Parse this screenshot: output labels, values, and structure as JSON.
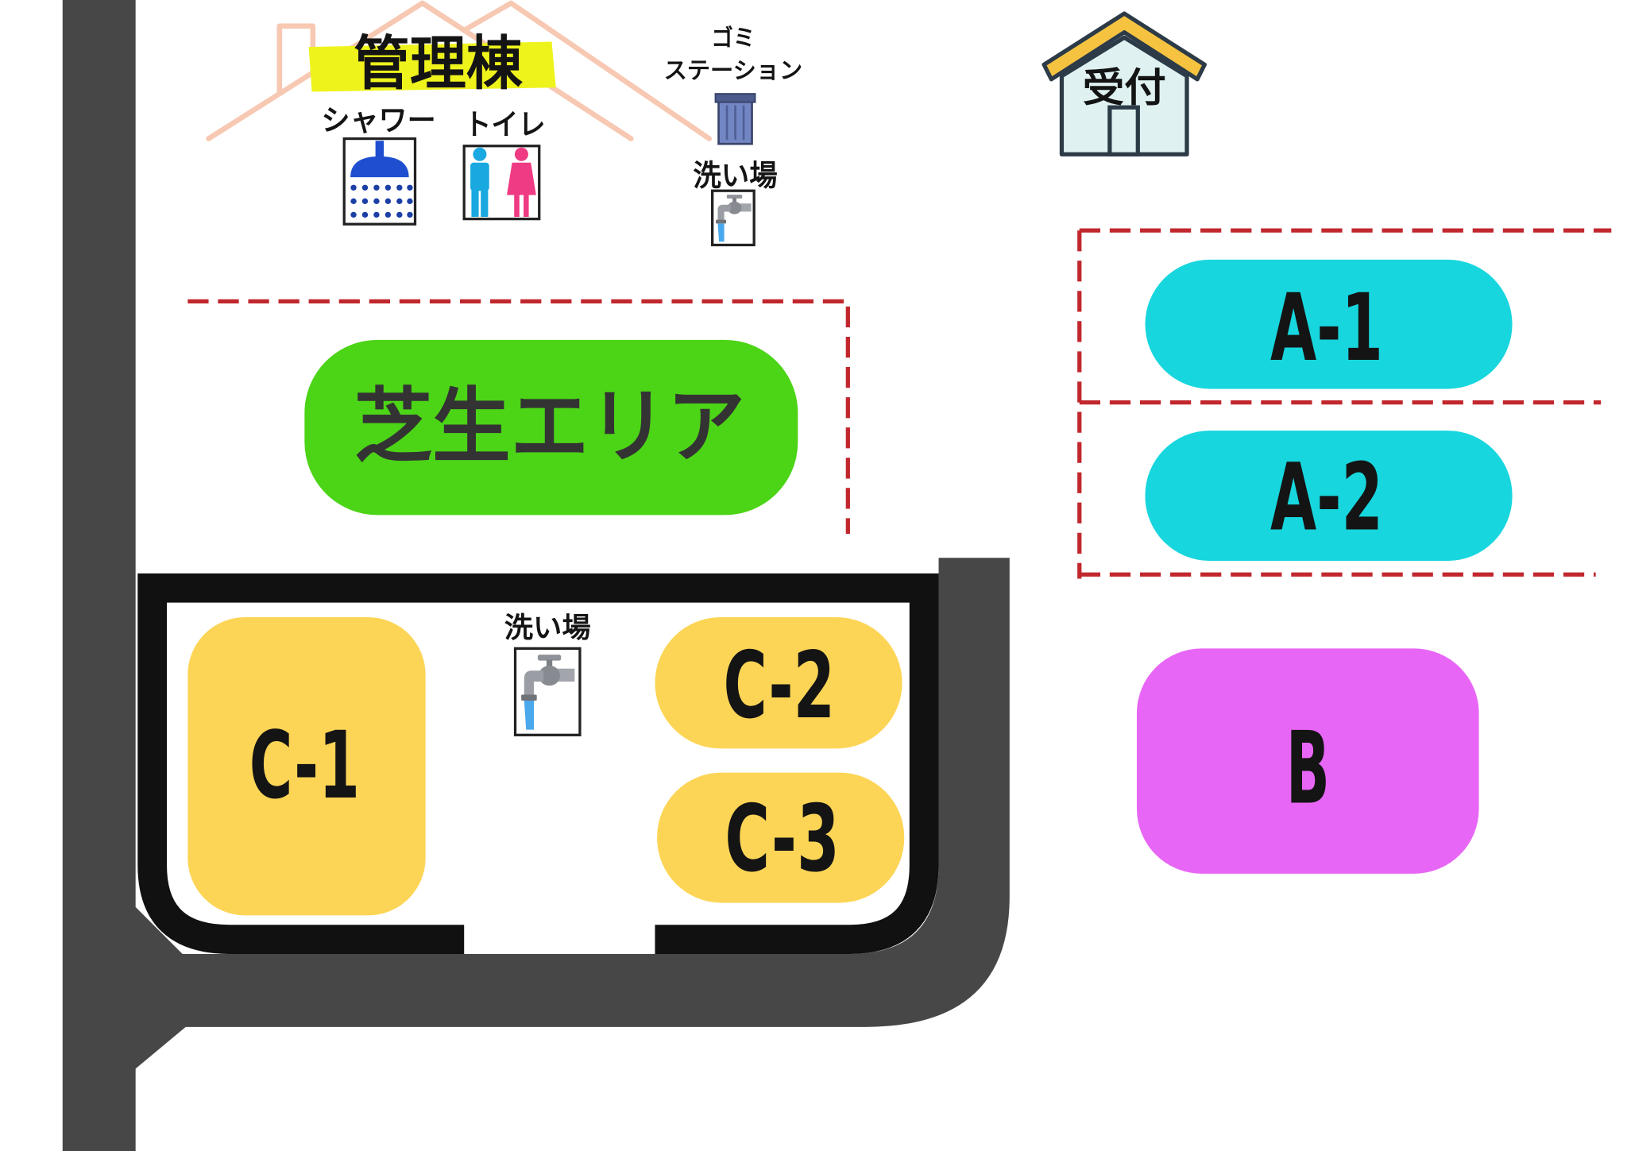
{
  "map": {
    "management_building": {
      "label": "管理棟",
      "shower": {
        "label": "シャワー",
        "icon": "shower-icon"
      },
      "toilet": {
        "label": "トイレ",
        "icon": "restroom-icon"
      }
    },
    "garbage_station": {
      "label_line1": "ゴミ",
      "label_line2": "ステーション",
      "icon": "trash-can-icon"
    },
    "washing_area_north": {
      "label": "洗い場",
      "icon": "faucet-icon"
    },
    "reception": {
      "label": "受付",
      "icon": "house-icon"
    },
    "lawn_area": {
      "label": "芝生エリア",
      "color": "#4cd417"
    },
    "site_a1": {
      "label": "A-1",
      "color": "#17d6de"
    },
    "site_a2": {
      "label": "A-2",
      "color": "#17d6de"
    },
    "site_b": {
      "label": "B",
      "color": "#e866f5"
    },
    "site_c1": {
      "label": "C-1",
      "color": "#fdd556"
    },
    "site_c2": {
      "label": "C-2",
      "color": "#fdd556"
    },
    "site_c3": {
      "label": "C-3",
      "color": "#fdd556"
    },
    "washing_area_c": {
      "label": "洗い場",
      "icon": "faucet-icon"
    }
  },
  "colors": {
    "road": "#474747",
    "boundary_dashed": "#c1272d",
    "highlight": "#eef31c",
    "roof_outline": "#f7c8b2",
    "frame": "#111111"
  }
}
